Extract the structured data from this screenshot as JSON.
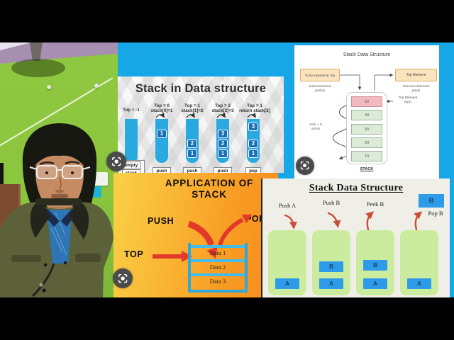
{
  "colors": {
    "letterbox": "#000000",
    "canvas_blue": "#17a7e6",
    "tube_blue": "#2aa9e0",
    "tube_item_blue": "#1a6fb5",
    "orange_card": "#f89b22",
    "red_arrow": "#e2392b",
    "ops_card_bg": "#efefe8",
    "ops_green": "#cbec9f",
    "ops_blue": "#2e9be8",
    "flow_tan": "#fbe3be",
    "flow_pink": "#f3bbc0",
    "flow_green": "#dcebd8",
    "wall_green": "#8cc63e",
    "ceiling_purple": "#a78fb2"
  },
  "tubes_card": {
    "title": "Stack in Data structure",
    "tubes": [
      {
        "caption1": "Top = -1",
        "caption2": "",
        "label1": "empty",
        "label2": "stack",
        "items": []
      },
      {
        "caption1": "Top = 0",
        "caption2": "stack[0]=1",
        "label1": "push",
        "label2": "",
        "items": [
          "1"
        ]
      },
      {
        "caption1": "Top = 1",
        "caption2": "stack[1]=2",
        "label1": "push",
        "label2": "",
        "items": [
          "2",
          "1"
        ]
      },
      {
        "caption1": "Top = 2",
        "caption2": "stack[2]=3",
        "label1": "push",
        "label2": "",
        "items": [
          "3",
          "2",
          "1"
        ]
      },
      {
        "caption1": "Top = 1",
        "caption2": "return stack[2]",
        "label1": "pop",
        "label2": "",
        "items": [
          "3",
          "2",
          "1"
        ]
      }
    ]
  },
  "flow_card": {
    "title": "Stack Data Structure",
    "insert_box": "To be inserted at Top",
    "insert_caption1": "Insert Element",
    "insert_caption2": "push()",
    "remove_box": "Top Element",
    "remove_caption1": "Remove Element",
    "remove_caption2": "pop()",
    "top_caption1": "Top Element",
    "top_caption2": "top()",
    "size_caption1": "Size = 5",
    "size_caption2": "size()",
    "stack_values": [
      "50",
      "40",
      "30",
      "20",
      "10"
    ],
    "stack_label": "STACK"
  },
  "application_card": {
    "title1": "APPLICATION OF",
    "title2": "STACK",
    "push": "PUSH",
    "pop": "POP",
    "top": "TOP",
    "rows": [
      "Data 1",
      "Data 2",
      "Data 3"
    ]
  },
  "ops_card": {
    "title": "Stack Data Structure",
    "floating_item": "B",
    "columns": [
      {
        "label": "Push A",
        "items": [
          "A"
        ]
      },
      {
        "label": "Push B",
        "items": [
          "B",
          "A"
        ]
      },
      {
        "label": "Peek B",
        "items": [
          "B",
          "A"
        ]
      },
      {
        "label": "Pop B",
        "items": [
          "A"
        ]
      }
    ]
  }
}
